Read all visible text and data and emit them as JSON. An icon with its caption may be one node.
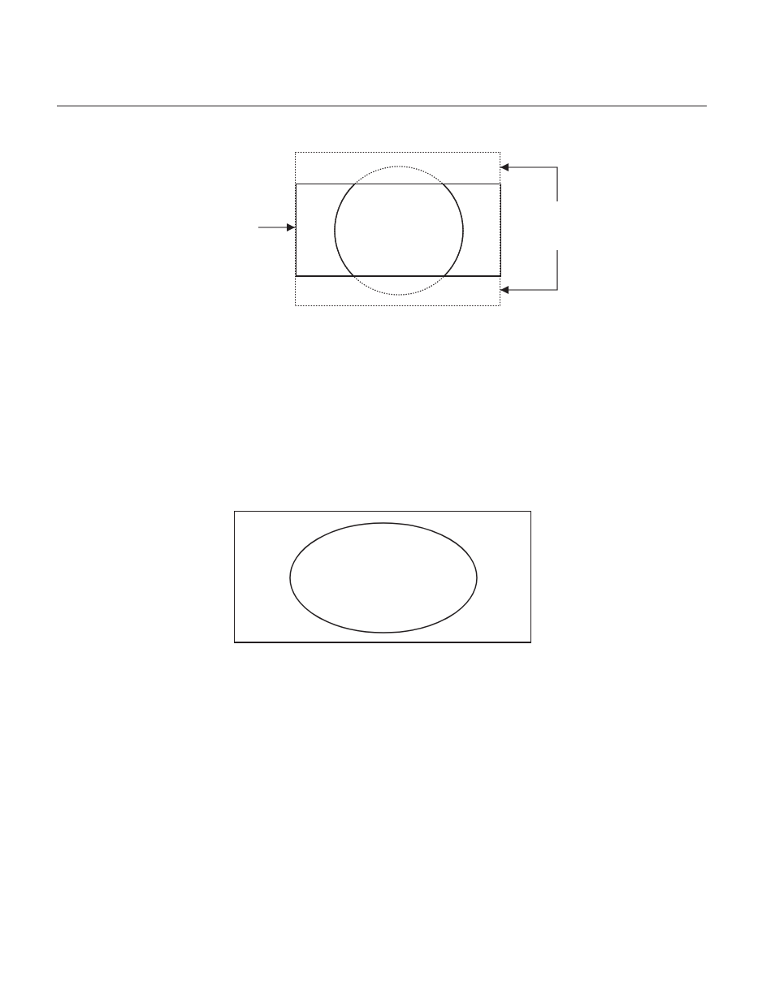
{
  "diagram": {
    "nodes": [
      {
        "text": [],
        "shape": "box"
      },
      {
        "text": [],
        "shape": "box",
        "in": 0
      },
      {
        "text": [],
        "shape": "circle",
        "in": 0
      },
      {
        "text": [],
        "shape": "box"
      },
      {
        "text": [],
        "shape": "ellipse",
        "in": 3
      }
    ],
    "edges": [
      {
        "from": null,
        "to": 1,
        "arrow": "to"
      },
      {
        "from": null,
        "to": 0,
        "arrow": "to"
      },
      {
        "from": null,
        "to": 0,
        "arrow": "to"
      }
    ]
  }
}
